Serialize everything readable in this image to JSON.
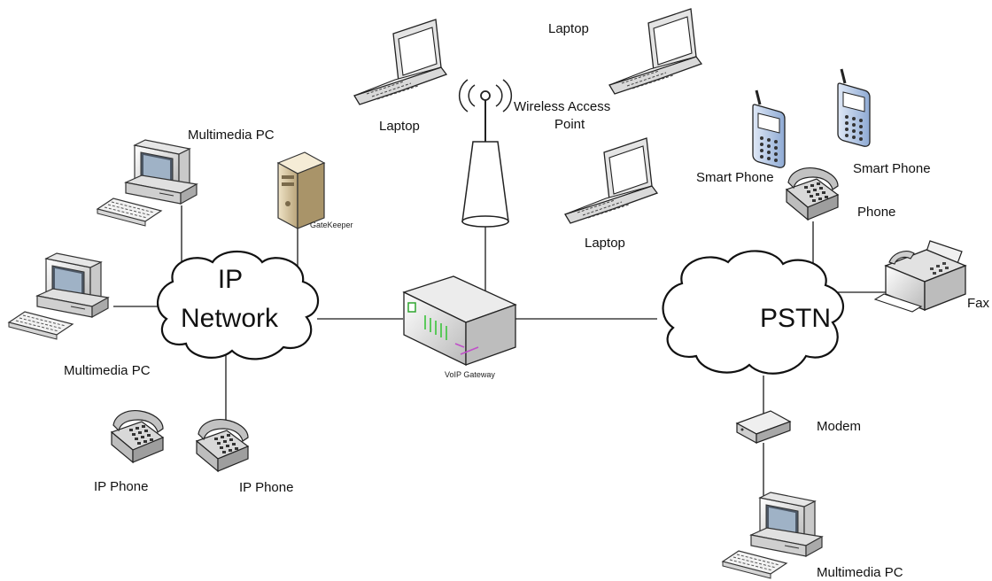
{
  "clouds": {
    "ip_network_line1": "IP",
    "ip_network_line2": "Network",
    "pstn": "PSTN"
  },
  "devices": {
    "multimedia_pc_top": "Multimedia PC",
    "multimedia_pc_left": "Multimedia PC",
    "multimedia_pc_bottom": "Multimedia PC",
    "gatekeeper": "GateKeeper",
    "ip_phone_1": "IP Phone",
    "ip_phone_2": "IP Phone",
    "laptop_1": "Laptop",
    "laptop_2": "Laptop",
    "laptop_3": "Laptop",
    "wireless_ap_line1": "Wireless Access",
    "wireless_ap_line2": "Point",
    "voip_gateway": "VoIP Gateway",
    "smart_phone_1": "Smart Phone",
    "smart_phone_2": "Smart Phone",
    "phone": "Phone",
    "fax": "Fax",
    "modem": "Modem"
  },
  "colors": {
    "line": "#1a1a1a",
    "server": "#d9c7a0",
    "phone_body": "#9fb8dc",
    "monitor": "#e8e8e8"
  }
}
